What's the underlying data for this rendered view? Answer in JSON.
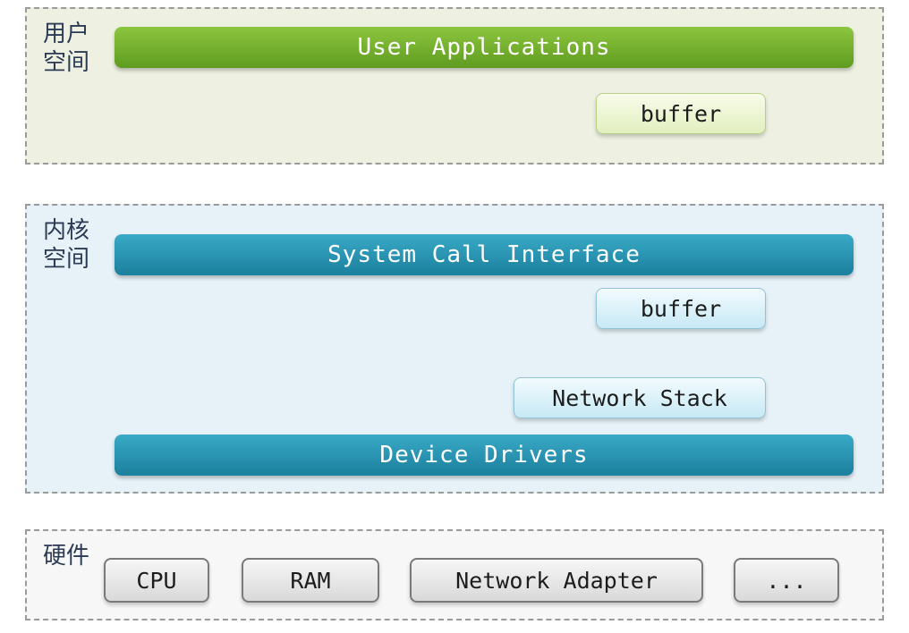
{
  "user_space": {
    "label": "用户\n空间",
    "applications_bar": "User Applications",
    "buffer": "buffer"
  },
  "kernel_space": {
    "label": "内核\n空间",
    "syscall_bar": "System Call Interface",
    "buffer": "buffer",
    "network_stack": "Network Stack",
    "drivers_bar": "Device Drivers"
  },
  "hardware": {
    "label": "硬件",
    "items": [
      "CPU",
      "RAM",
      "Network Adapter",
      "..."
    ]
  },
  "colors": {
    "user_space_bg": "#eef1e2",
    "user_bar": "#6fae2c",
    "kernel_space_bg": "#e6f2f7",
    "kernel_bar": "#2493b2",
    "hardware_bg": "#f7f7f7"
  }
}
